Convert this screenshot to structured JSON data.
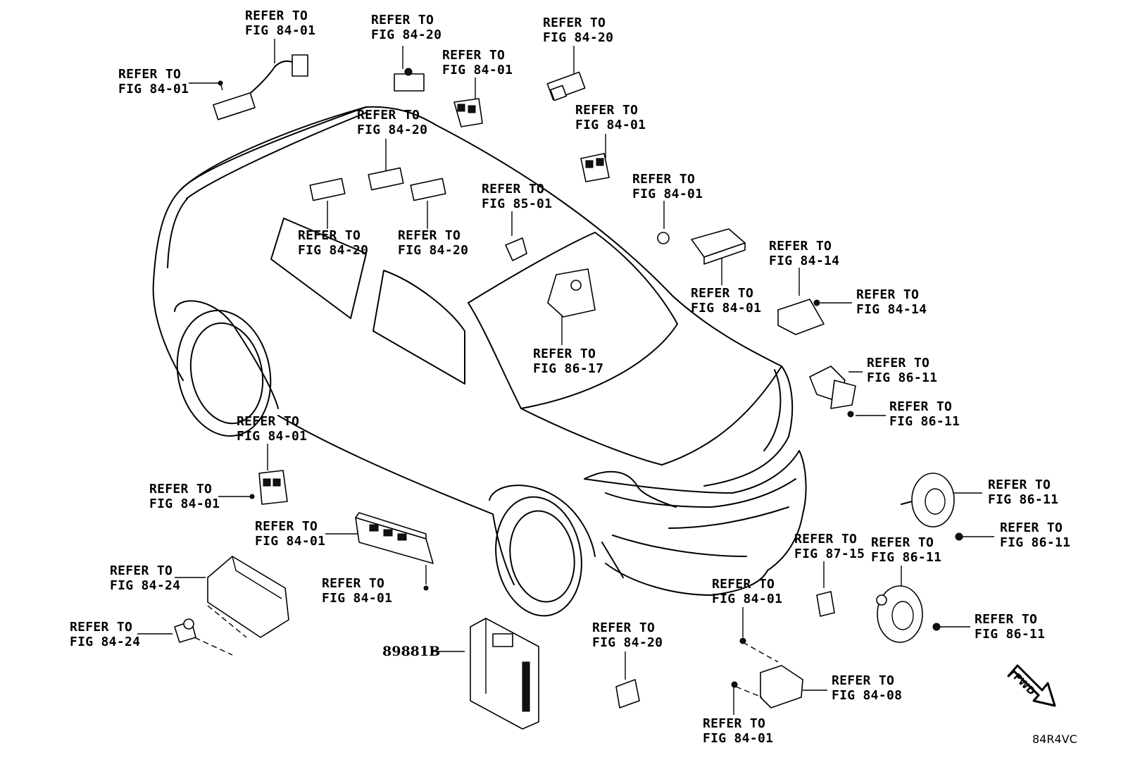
{
  "diagram": {
    "refer_lines": [
      "REFER TO",
      "FIG 84-01",
      "FIG 84-14",
      "FIG 84-20",
      "FIG 84-24",
      "FIG 84-08",
      "FIG 85-01",
      "FIG 86-11",
      "FIG 86-17",
      "FIG 87-15"
    ],
    "callouts": [
      {
        "l1": "REFER TO",
        "l2": "FIG 84-01"
      },
      {
        "l1": "REFER TO",
        "l2": "FIG 84-01"
      },
      {
        "l1": "REFER TO",
        "l2": "FIG 84-20"
      },
      {
        "l1": "REFER TO",
        "l2": "FIG 84-01"
      },
      {
        "l1": "REFER TO",
        "l2": "FIG 84-20"
      },
      {
        "l1": "REFER TO",
        "l2": "FIG 84-01"
      },
      {
        "l1": "REFER TO",
        "l2": "FIG 84-20"
      },
      {
        "l1": "REFER TO",
        "l2": "FIG 84-20"
      },
      {
        "l1": "REFER TO",
        "l2": "FIG 84-20"
      },
      {
        "l1": "REFER TO",
        "l2": "FIG 85-01"
      },
      {
        "l1": "REFER TO",
        "l2": "FIG 84-01"
      },
      {
        "l1": "REFER TO",
        "l2": "FIG 84-14"
      },
      {
        "l1": "REFER TO",
        "l2": "FIG 84-14"
      },
      {
        "l1": "REFER TO",
        "l2": "FIG 84-01"
      },
      {
        "l1": "REFER TO",
        "l2": "FIG 86-17"
      },
      {
        "l1": "REFER TO",
        "l2": "FIG 86-11"
      },
      {
        "l1": "REFER TO",
        "l2": "FIG 86-11"
      },
      {
        "l1": "REFER TO",
        "l2": "FIG 84-01"
      },
      {
        "l1": "REFER TO",
        "l2": "FIG 84-01"
      },
      {
        "l1": "REFER TO",
        "l2": "FIG 84-01"
      },
      {
        "l1": "REFER TO",
        "l2": "FIG 84-24"
      },
      {
        "l1": "REFER TO",
        "l2": "FIG 84-01"
      },
      {
        "l1": "REFER TO",
        "l2": "FIG 84-24"
      },
      {
        "l1": "REFER TO",
        "l2": "FIG 86-11"
      },
      {
        "l1": "REFER TO",
        "l2": "FIG 86-11"
      },
      {
        "l1": "REFER TO",
        "l2": "FIG 87-15"
      },
      {
        "l1": "REFER TO",
        "l2": "FIG 86-11"
      },
      {
        "l1": "REFER TO",
        "l2": "FIG 84-01"
      },
      {
        "l1": "REFER TO",
        "l2": "FIG 86-11"
      },
      {
        "l1": "REFER TO",
        "l2": "FIG 84-20"
      },
      {
        "l1": "REFER TO",
        "l2": "FIG 84-08"
      },
      {
        "l1": "REFER TO",
        "l2": "FIG 84-01"
      }
    ],
    "part_number": "89881B",
    "forward_badge": "FWD",
    "drawing_code": "84R4VC"
  }
}
